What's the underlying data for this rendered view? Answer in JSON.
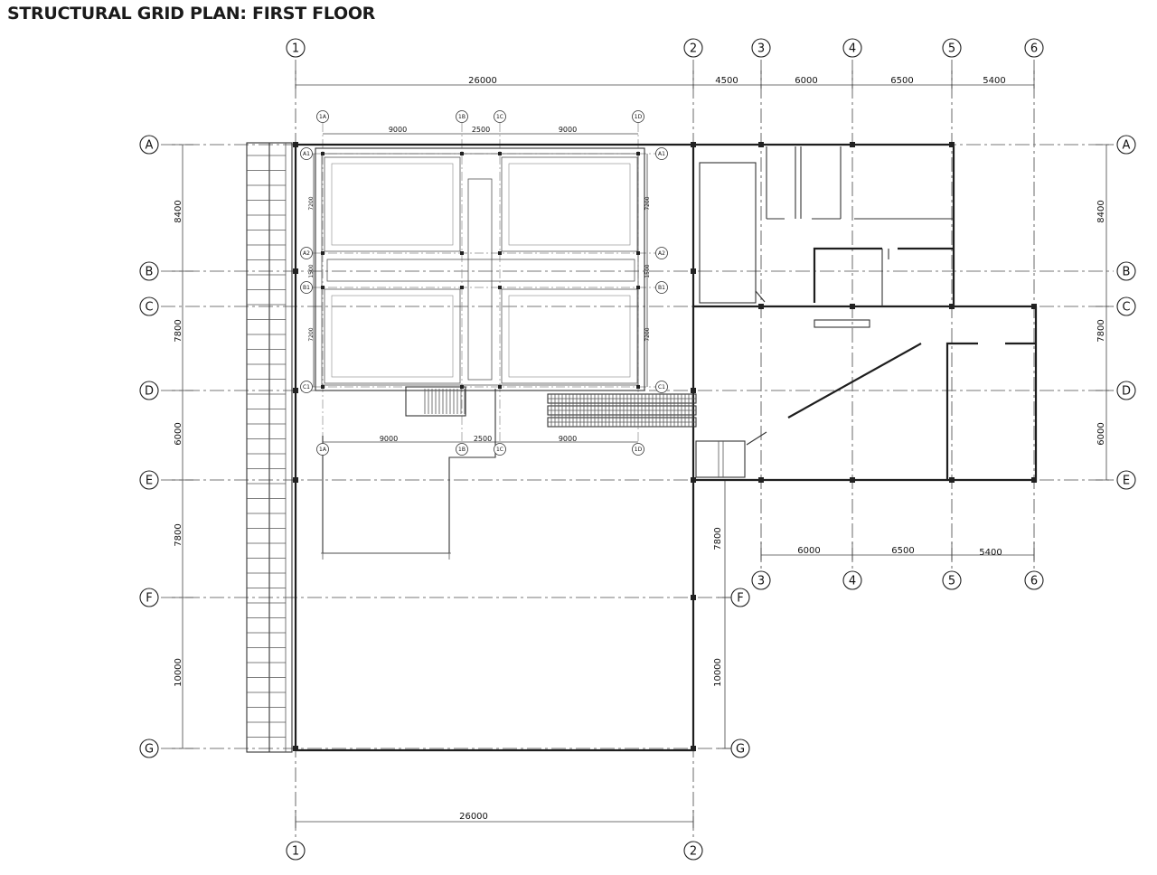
{
  "title": "STRUCTURAL GRID PLAN: FIRST FLOOR",
  "grid": {
    "columns": [
      "1",
      "2",
      "3",
      "4",
      "5",
      "6"
    ],
    "rows": [
      "A",
      "B",
      "C",
      "D",
      "E",
      "F",
      "G"
    ],
    "sub_columns": [
      "1A",
      "1B",
      "1C",
      "1D"
    ],
    "sub_rows": [
      "A1",
      "A2",
      "B1",
      "C1"
    ]
  },
  "dimensions": {
    "top": [
      "26000",
      "4500",
      "6000",
      "6500",
      "5400"
    ],
    "inner_top": [
      "9000",
      "2500",
      "9000"
    ],
    "inner_bottom": [
      "9000",
      "2500",
      "9000"
    ],
    "inner_side": [
      "7200",
      "1500",
      "7200"
    ],
    "left": [
      "8400",
      "7800",
      "6000",
      "7800",
      "10000"
    ],
    "right": [
      "8400",
      "7800",
      "6000"
    ],
    "wing_bottom": [
      "6000",
      "6500",
      "5400"
    ],
    "mid": [
      "7800",
      "10000"
    ],
    "bottom": [
      "26000"
    ]
  }
}
